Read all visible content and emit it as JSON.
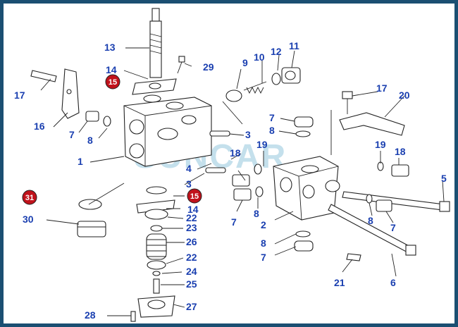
{
  "watermark": "SUNCAR",
  "colors": {
    "frame": "#1b4f72",
    "label": "#1a3fb0",
    "badge": "#c0121b"
  },
  "labels": {
    "l13": "13",
    "l14a": "14",
    "l15a": "15",
    "l29": "29",
    "l9": "9",
    "l10": "10",
    "l12": "12",
    "l11": "11",
    "l17a": "17",
    "l16": "16",
    "l7a": "7",
    "l8a": "8",
    "l1": "1",
    "l31": "31",
    "l30": "30",
    "l3a": "3",
    "l18a": "18",
    "l4": "4",
    "l3b": "3",
    "l15b": "15",
    "l14b": "14",
    "l22a": "22",
    "l23": "23",
    "l26": "26",
    "l22b": "22",
    "l24": "24",
    "l25": "25",
    "l27": "27",
    "l28": "28",
    "l19a": "19",
    "l7b": "7",
    "l8b": "8",
    "l17b": "17",
    "l20": "20",
    "l19b": "19",
    "l18b": "18",
    "l5": "5",
    "l8c": "8",
    "l7c": "7",
    "l2": "2",
    "l8d": "8",
    "l7d": "7",
    "l21": "21",
    "l6": "6",
    "l7e": "7",
    "l8e": "8"
  }
}
